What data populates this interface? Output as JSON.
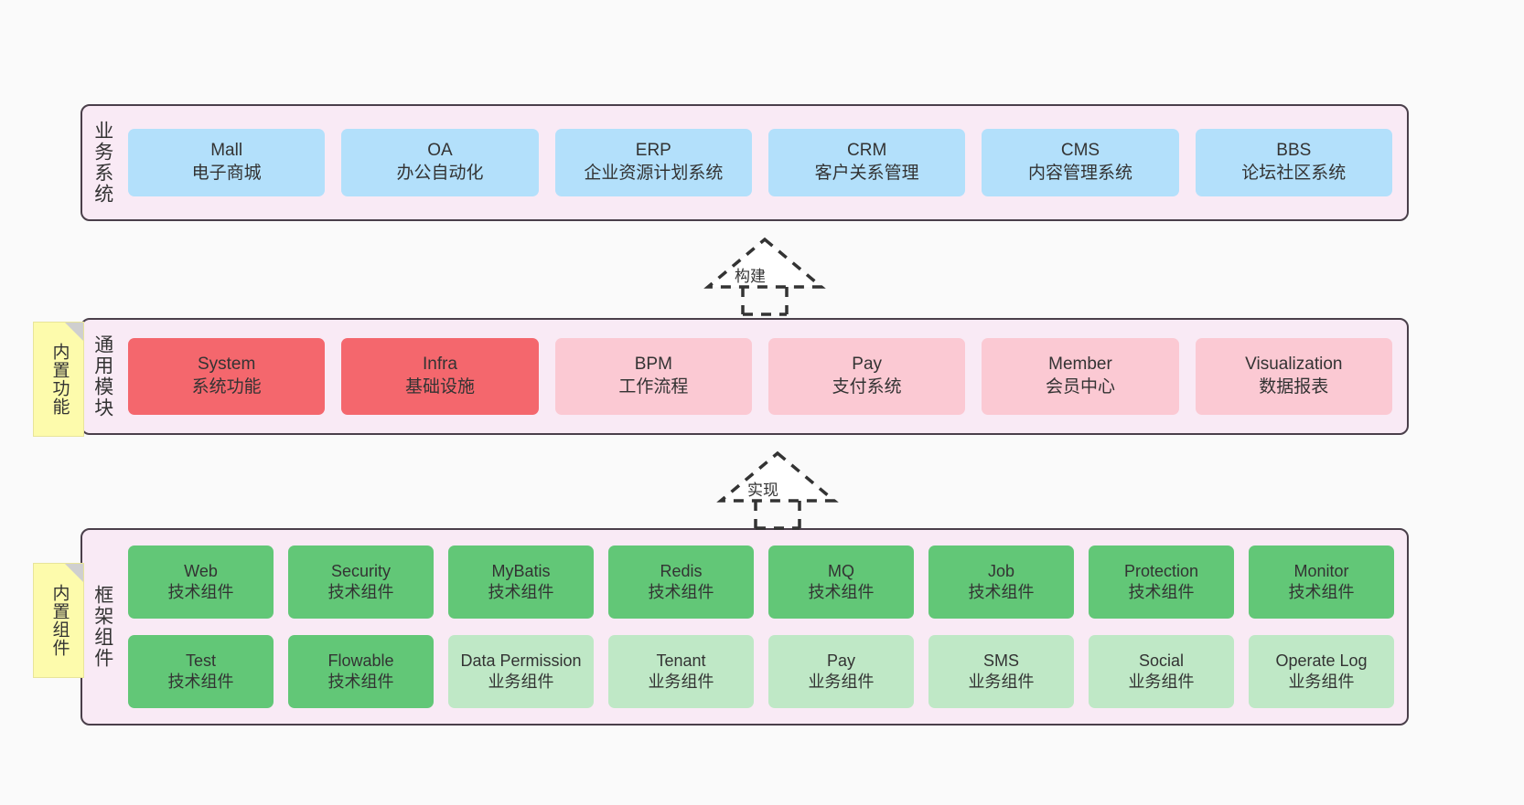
{
  "diagram": {
    "title": "ruoyi-vue-pro architecture layers",
    "background": "#fafafa",
    "panel_bg": "#f9eaf5",
    "panel_border": "#4a3f4a"
  },
  "layers": [
    {
      "id": "business",
      "title": "业务系统",
      "card_color": "#b3e0fb",
      "rows": [
        {
          "cards": [
            {
              "en": "Mall",
              "cn": "电子商城",
              "style": "c-blue"
            },
            {
              "en": "OA",
              "cn": "办公自动化",
              "style": "c-blue"
            },
            {
              "en": "ERP",
              "cn": "企业资源计划系统",
              "style": "c-blue"
            },
            {
              "en": "CRM",
              "cn": "客户关系管理",
              "style": "c-blue"
            },
            {
              "en": "CMS",
              "cn": "内容管理系统",
              "style": "c-blue"
            },
            {
              "en": "BBS",
              "cn": "论坛社区系统",
              "style": "c-blue"
            }
          ]
        }
      ]
    },
    {
      "id": "common",
      "title": "通用模块",
      "rows": [
        {
          "cards": [
            {
              "en": "System",
              "cn": "系统功能",
              "style": "c-red"
            },
            {
              "en": "Infra",
              "cn": "基础设施",
              "style": "c-red"
            },
            {
              "en": "BPM",
              "cn": "工作流程",
              "style": "c-pink"
            },
            {
              "en": "Pay",
              "cn": "支付系统",
              "style": "c-pink"
            },
            {
              "en": "Member",
              "cn": "会员中心",
              "style": "c-pink"
            },
            {
              "en": "Visualization",
              "cn": "数据报表",
              "style": "c-pink"
            }
          ]
        }
      ]
    },
    {
      "id": "framework",
      "title": "框架组件",
      "rows": [
        {
          "cards": [
            {
              "en": "Web",
              "cn": "技术组件",
              "style": "c-green"
            },
            {
              "en": "Security",
              "cn": "技术组件",
              "style": "c-green"
            },
            {
              "en": "MyBatis",
              "cn": "技术组件",
              "style": "c-green"
            },
            {
              "en": "Redis",
              "cn": "技术组件",
              "style": "c-green"
            },
            {
              "en": "MQ",
              "cn": "技术组件",
              "style": "c-green"
            },
            {
              "en": "Job",
              "cn": "技术组件",
              "style": "c-green"
            },
            {
              "en": "Protection",
              "cn": "技术组件",
              "style": "c-green"
            },
            {
              "en": "Monitor",
              "cn": "技术组件",
              "style": "c-green"
            }
          ]
        },
        {
          "cards": [
            {
              "en": "Test",
              "cn": "技术组件",
              "style": "c-green"
            },
            {
              "en": "Flowable",
              "cn": "技术组件",
              "style": "c-green"
            },
            {
              "en": "Data Permission",
              "cn": "业务组件",
              "style": "c-lgreen"
            },
            {
              "en": "Tenant",
              "cn": "业务组件",
              "style": "c-lgreen"
            },
            {
              "en": "Pay",
              "cn": "业务组件",
              "style": "c-lgreen"
            },
            {
              "en": "SMS",
              "cn": "业务组件",
              "style": "c-lgreen"
            },
            {
              "en": "Social",
              "cn": "业务组件",
              "style": "c-lgreen"
            },
            {
              "en": "Operate Log",
              "cn": "业务组件",
              "style": "c-lgreen"
            }
          ]
        }
      ]
    }
  ],
  "sticky_notes": [
    {
      "id": "common",
      "label": "内置功能",
      "color": "#fdfbac"
    },
    {
      "id": "framework",
      "label": "内置组件",
      "color": "#fdfbac"
    }
  ],
  "connectors": [
    {
      "id": "build",
      "label": "构建",
      "style": "dashed-hollow-arrow-up"
    },
    {
      "id": "implement",
      "label": "实现",
      "style": "dashed-hollow-arrow-up"
    }
  ]
}
